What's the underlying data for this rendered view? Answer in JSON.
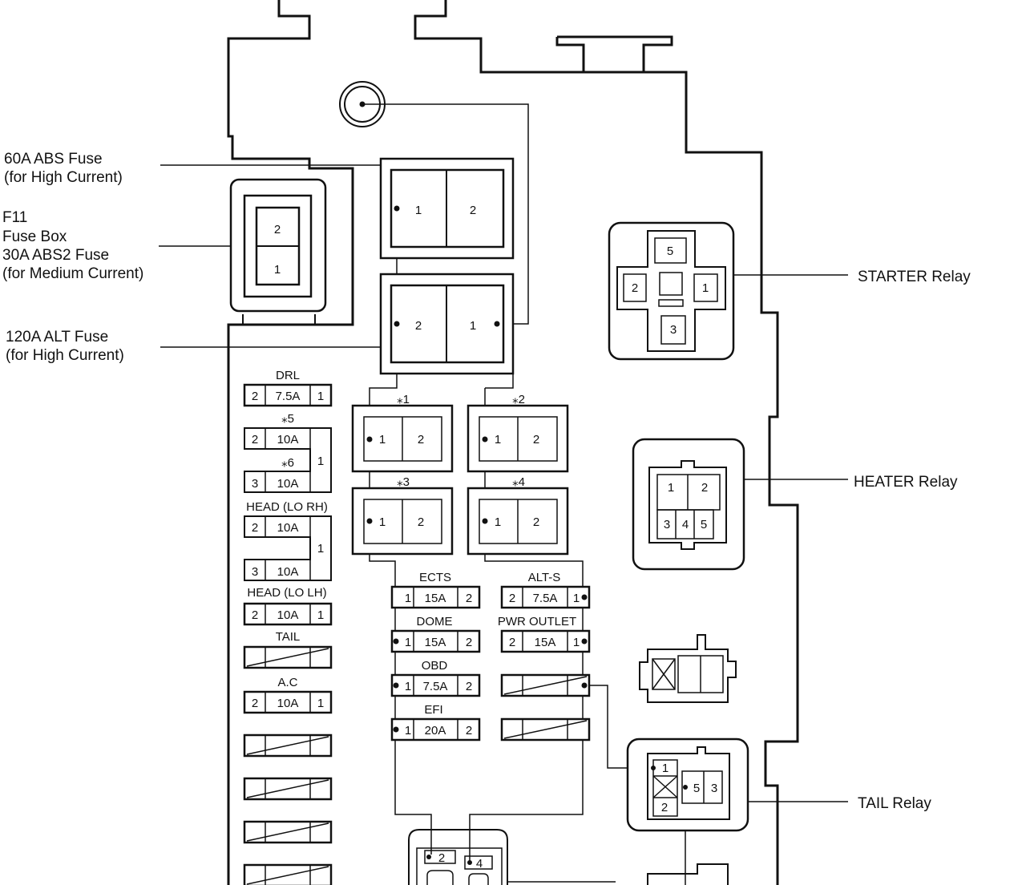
{
  "callouts": {
    "abs60": [
      "60A ABS Fuse",
      "(for High Current)"
    ],
    "f11": [
      "F11",
      "Fuse Box",
      "30A ABS2 Fuse",
      "(for Medium Current)"
    ],
    "alt120": [
      "120A ALT Fuse",
      "(for High Current)"
    ],
    "starter": "STARTER Relay",
    "heater": "HEATER Relay",
    "tail": "TAIL Relay"
  },
  "large_fuses": {
    "abs2": {
      "top": "2",
      "bottom": "1"
    },
    "abs60": {
      "left": "1",
      "right": "2"
    },
    "alt120": {
      "left": "2",
      "right": "1"
    }
  },
  "starter_pins": [
    "5",
    "2",
    "1",
    "3"
  ],
  "heater_pins": [
    "1",
    "2",
    "3",
    "4",
    "5"
  ],
  "tail_pins": [
    "1",
    "2",
    "5",
    "3"
  ],
  "bottom_pins": [
    "2",
    "4"
  ],
  "relay_blocks": [
    {
      "label": "⁎1",
      "pins": [
        "1",
        "2"
      ]
    },
    {
      "label": "⁎2",
      "pins": [
        "1",
        "2"
      ]
    },
    {
      "label": "⁎3",
      "pins": [
        "1",
        "2"
      ]
    },
    {
      "label": "⁎4",
      "pins": [
        "1",
        "2"
      ]
    }
  ],
  "left_fuses": {
    "drl": {
      "name": "DRL",
      "pins": [
        "2",
        "1"
      ],
      "rating": "7.5A"
    },
    "s5": {
      "name": "⁎5",
      "pin": "2",
      "rating": "10A"
    },
    "s6": {
      "name": "⁎6",
      "pin": "3",
      "rating": "10A"
    },
    "s56_common": "1",
    "head_rh_a": {
      "name": "HEAD (LO RH)",
      "pin": "2",
      "rating": "10A"
    },
    "head_rh_b": {
      "pin": "3",
      "rating": "10A"
    },
    "head_rh_common": "1",
    "head_lh": {
      "name": "HEAD (LO LH)",
      "pins": [
        "2",
        "1"
      ],
      "rating": "10A"
    },
    "tail": {
      "name": "TAIL"
    },
    "ac": {
      "name": "A.C",
      "pins": [
        "2",
        "1"
      ],
      "rating": "10A"
    }
  },
  "center_fuses": [
    {
      "name": "ECTS",
      "pins": [
        "1",
        "2"
      ],
      "rating": "15A"
    },
    {
      "name": "DOME",
      "pins": [
        "1",
        "2"
      ],
      "rating": "15A"
    },
    {
      "name": "OBD",
      "pins": [
        "1",
        "2"
      ],
      "rating": "7.5A"
    },
    {
      "name": "EFI",
      "pins": [
        "1",
        "2"
      ],
      "rating": "20A"
    }
  ],
  "right_fuses": [
    {
      "name": "ALT-S",
      "pins": [
        "2",
        "1"
      ],
      "rating": "7.5A"
    },
    {
      "name": "PWR OUTLET",
      "pins": [
        "2",
        "1"
      ],
      "rating": "15A"
    }
  ]
}
